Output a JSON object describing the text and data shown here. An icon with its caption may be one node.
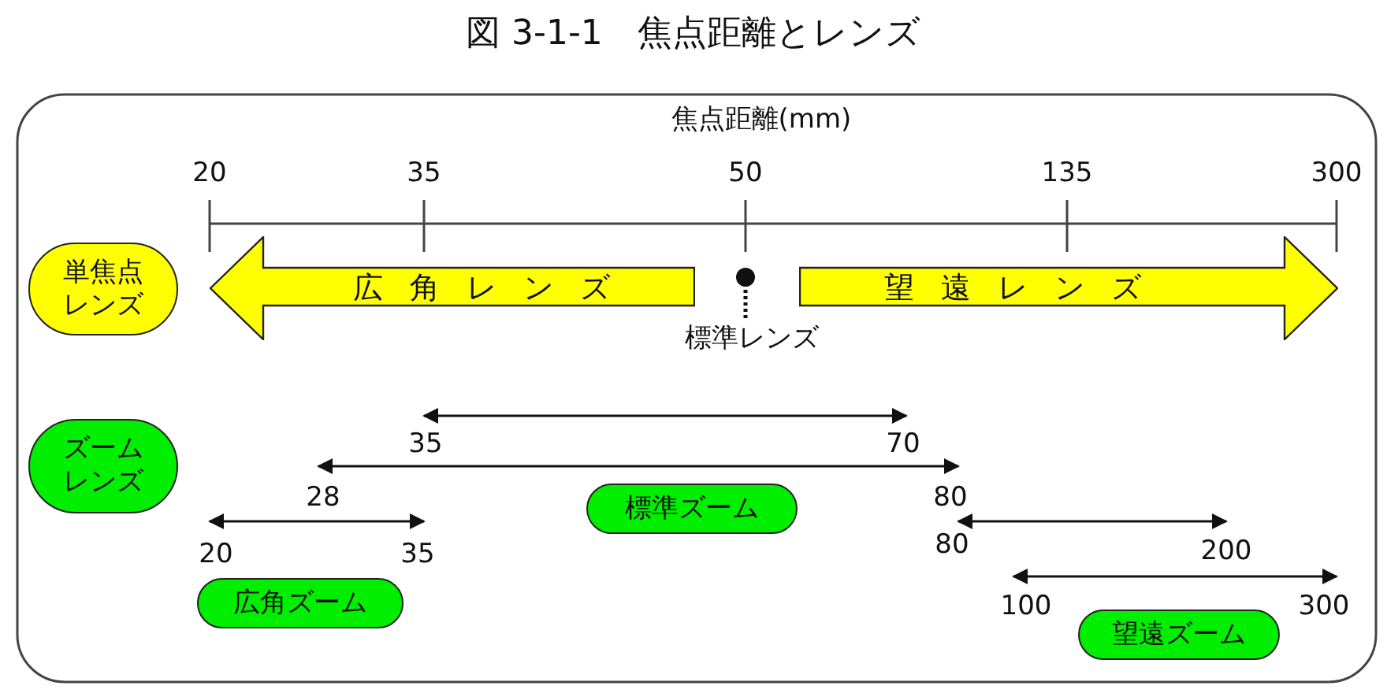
{
  "diagram": {
    "title": "図 3-1-1　焦点距離とレンズ",
    "nodes": [
      {
        "text": [
          "単焦点レンズ"
        ]
      },
      {
        "text": [
          "広角レンズ"
        ]
      },
      {
        "text": [
          "望遠レンズ"
        ]
      },
      {
        "text": [
          "ズームレンズ"
        ]
      },
      {
        "text": [
          "標準ズーム"
        ]
      },
      {
        "text": [
          "広角ズーム"
        ]
      },
      {
        "text": [
          "望遠ズーム"
        ]
      }
    ],
    "labels": [
      "焦点距離(mm)",
      "20",
      "35",
      "50",
      "135",
      "300",
      "標準レンズ",
      "35",
      "70",
      "28",
      "80",
      "20",
      "35",
      "80",
      "200",
      "100",
      "300"
    ]
  }
}
